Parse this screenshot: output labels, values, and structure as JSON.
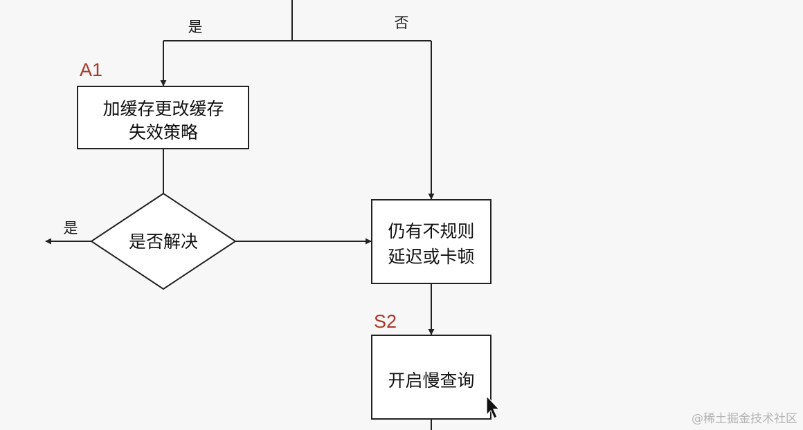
{
  "colors": {
    "background": "#f7f7f7",
    "line": "#222222",
    "node_fill": "#ffffff",
    "tag": "#a8382a"
  },
  "edge_labels": {
    "top_yes": "是",
    "top_no": "否",
    "left_yes": "是"
  },
  "tags": {
    "a1": "A1",
    "s2": "S2"
  },
  "nodes": {
    "add_cache": [
      "加缓存更改缓存",
      "失效策略"
    ],
    "resolved_check": "是否解决",
    "irregular_delay": [
      "仍有不规则",
      "延迟或卡顿"
    ],
    "slow_query": "开启慢查询"
  },
  "watermark": "@稀土掘金技术社区",
  "icons": {
    "cursor": "mouse-cursor-icon"
  }
}
